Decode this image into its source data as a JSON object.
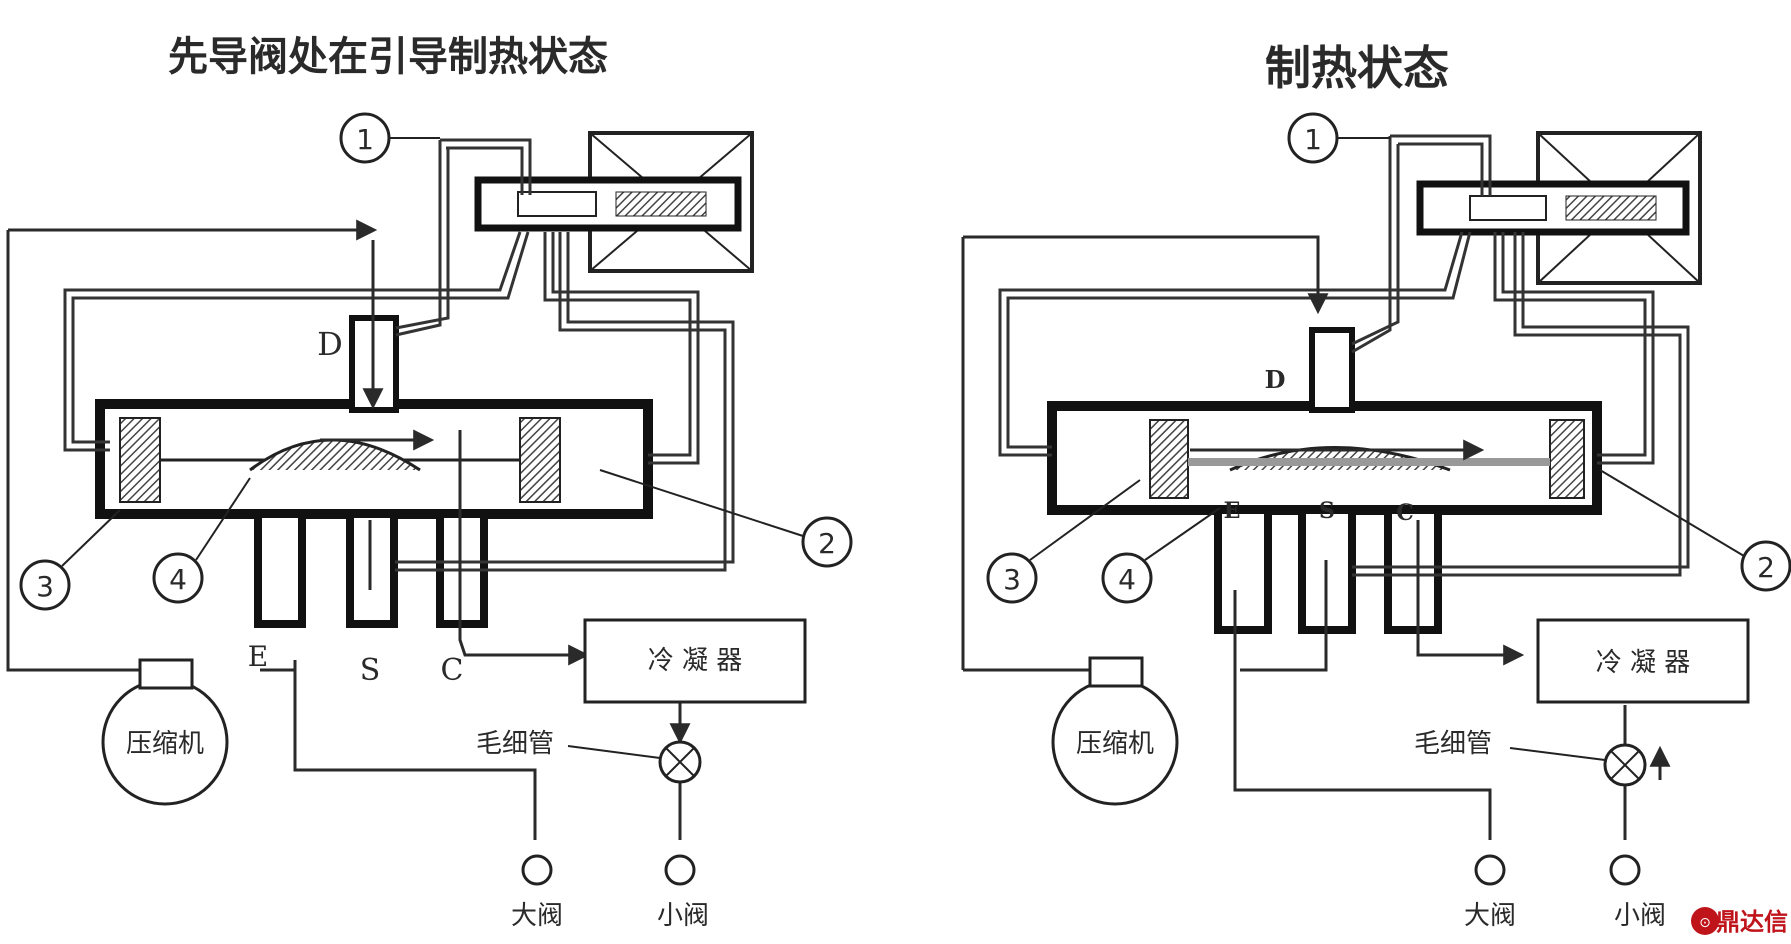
{
  "left": {
    "title": "先导阀处在引导制热状态",
    "markers": [
      "1",
      "2",
      "3",
      "4"
    ],
    "ports": {
      "d": "D",
      "e": "E",
      "s": "S",
      "c": "C"
    },
    "condenser": "冷 凝 器",
    "compressor": "压缩机",
    "capillary": "毛细管",
    "big_valve": "大阀",
    "small_valve": "小阀"
  },
  "right": {
    "title": "制热状态",
    "markers": [
      "1",
      "2",
      "3",
      "4"
    ],
    "ports": {
      "d": "D",
      "e": "E",
      "s": "S",
      "c": "C"
    },
    "condenser": "冷 凝 器",
    "compressor": "压缩机",
    "capillary": "毛细管",
    "big_valve": "大阀",
    "small_valve": "小阀"
  },
  "watermark": "鼎达信",
  "colors": {
    "line": "#2a2a2a",
    "pipe_fill": "#ffffff",
    "hatch": "#555555",
    "watermark": "#c0141b"
  }
}
